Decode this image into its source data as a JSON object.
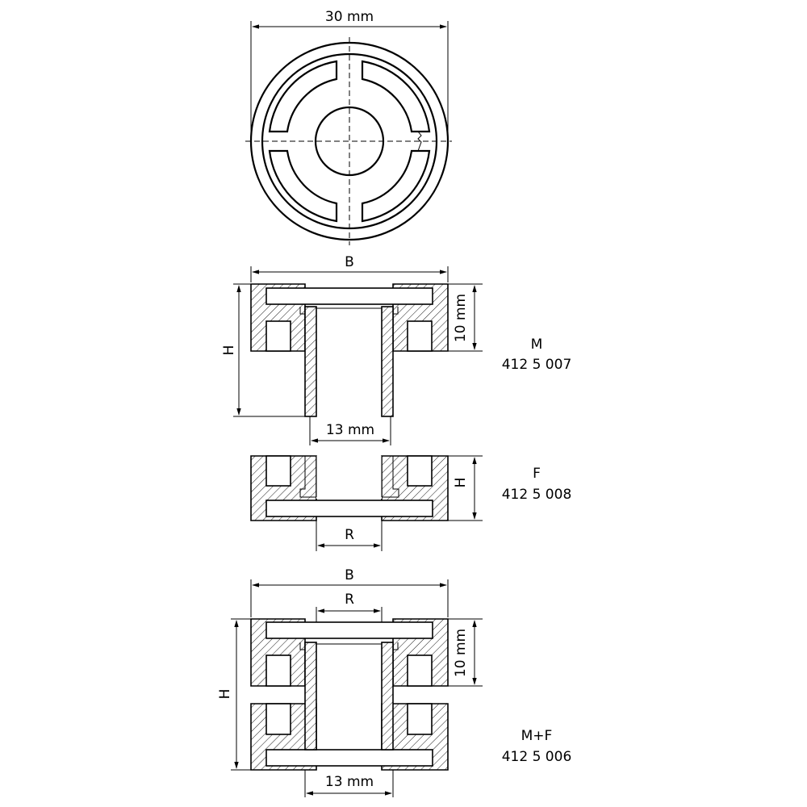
{
  "top_view": {
    "diameter_label": "30 mm"
  },
  "part_m": {
    "width_label": "B",
    "height_label": "H",
    "top_height_label": "10 mm",
    "bore_label": "13 mm",
    "name": "M",
    "article_number": "412 5 007"
  },
  "part_f": {
    "height_label": "H",
    "bore_label": "R",
    "name": "F",
    "article_number": "412 5 008"
  },
  "part_mf": {
    "width_label": "B",
    "bore_label": "R",
    "height_label": "H",
    "top_height_label": "10 mm",
    "bottom_bore_label": "13 mm",
    "name": "M+F",
    "article_number": "412 5 006"
  }
}
